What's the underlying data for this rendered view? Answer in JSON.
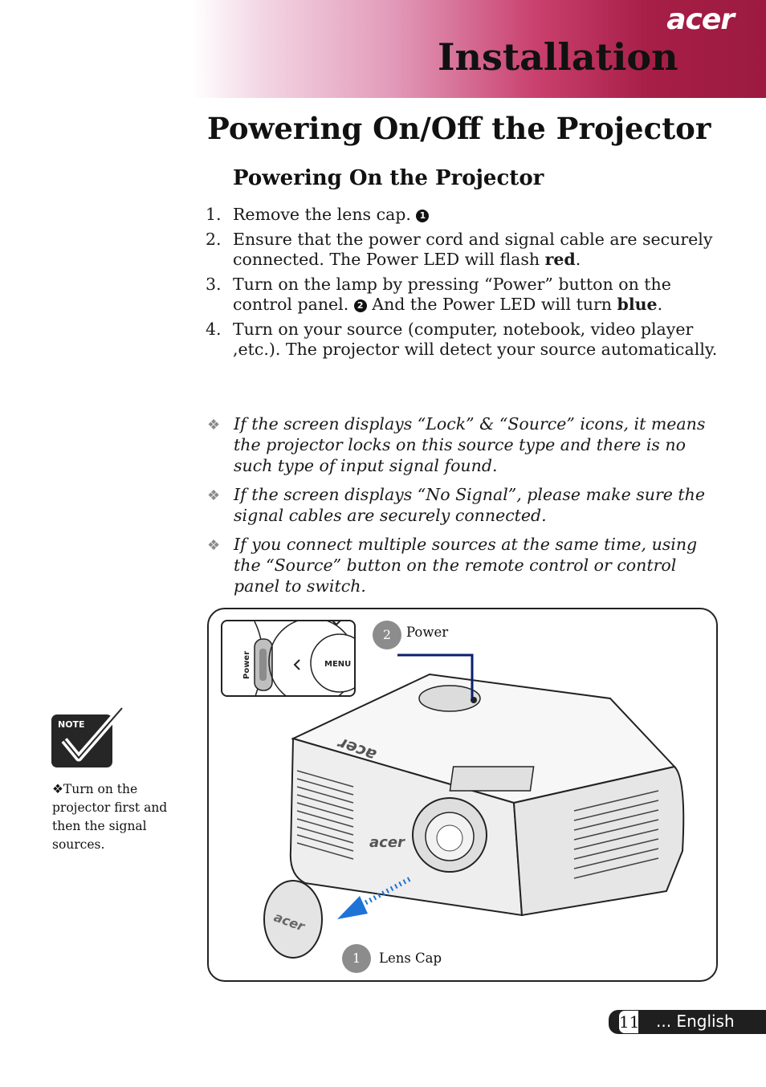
{
  "header": {
    "brand": "acer",
    "title": "Installation"
  },
  "section": {
    "title": "Powering On/Off the Projector",
    "subtitle": "Powering On the Projector"
  },
  "steps": [
    {
      "num": "1.",
      "text": "Remove the lens cap.",
      "marker": "1"
    },
    {
      "num": "2.",
      "text_a": "Ensure that the power cord and signal cable are securely connected. The Power LED will flash ",
      "bold": "red",
      "text_b": "."
    },
    {
      "num": "3.",
      "text_a": "Turn on the lamp by pressing “Power” button on the control panel. ",
      "marker": "2",
      "text_mid": " And the Power LED will turn ",
      "bold": "blue",
      "text_b": "."
    },
    {
      "num": "4.",
      "text": "Turn on your source (computer, notebook, video player ,etc.).  The projector will detect your source automatically."
    }
  ],
  "notes": [
    "If the screen displays “Lock” & “Source” icons, it means the projector locks on this source type and there is no such type of input signal found.",
    "If the screen displays “No Signal”, please make sure the signal cables are securely connected.",
    "If you connect multiple sources at the same time, using the “Source” button on the remote control or control panel to switch."
  ],
  "note_bullet": "❖",
  "figure": {
    "inset_power_label": "Power",
    "inset_menu_label": "MENU",
    "body_logo": "acer",
    "callout_power_num": "2",
    "callout_power_label": "Power",
    "callout_lens_num": "1",
    "callout_lens_label": "Lens Cap"
  },
  "sidebar": {
    "badge_label": "NOTE",
    "text": "❖Turn on the projector first and then the signal sources."
  },
  "footer": {
    "page_number": "11",
    "language": "... English"
  },
  "colors": {
    "brand_red": "#9c1a40",
    "callout_gray": "#8c8c8c",
    "pointer_blue": "#1e73d6"
  }
}
